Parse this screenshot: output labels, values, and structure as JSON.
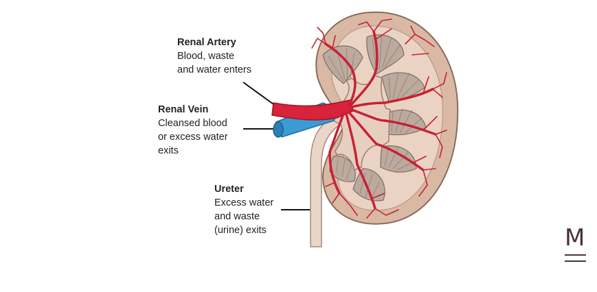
{
  "labels": {
    "renal_artery": {
      "title": "Renal Artery",
      "desc": "Blood, waste\nand water enters"
    },
    "renal_vein": {
      "title": "Renal Vein",
      "desc": "Cleansed blood\nor excess water\nexits"
    },
    "ureter": {
      "title": "Ureter",
      "desc": "Excess water\nand waste\n(urine) exits"
    }
  },
  "logo": {
    "text": "M"
  },
  "colors": {
    "artery": "#d8233a",
    "vein": "#3a9bd5",
    "cortex": "#d8b8a2",
    "medulla": "#e8d2c0",
    "pyramid": "#b9a79c",
    "ureter": "#e9d6c8",
    "logo": "#4a3138"
  }
}
